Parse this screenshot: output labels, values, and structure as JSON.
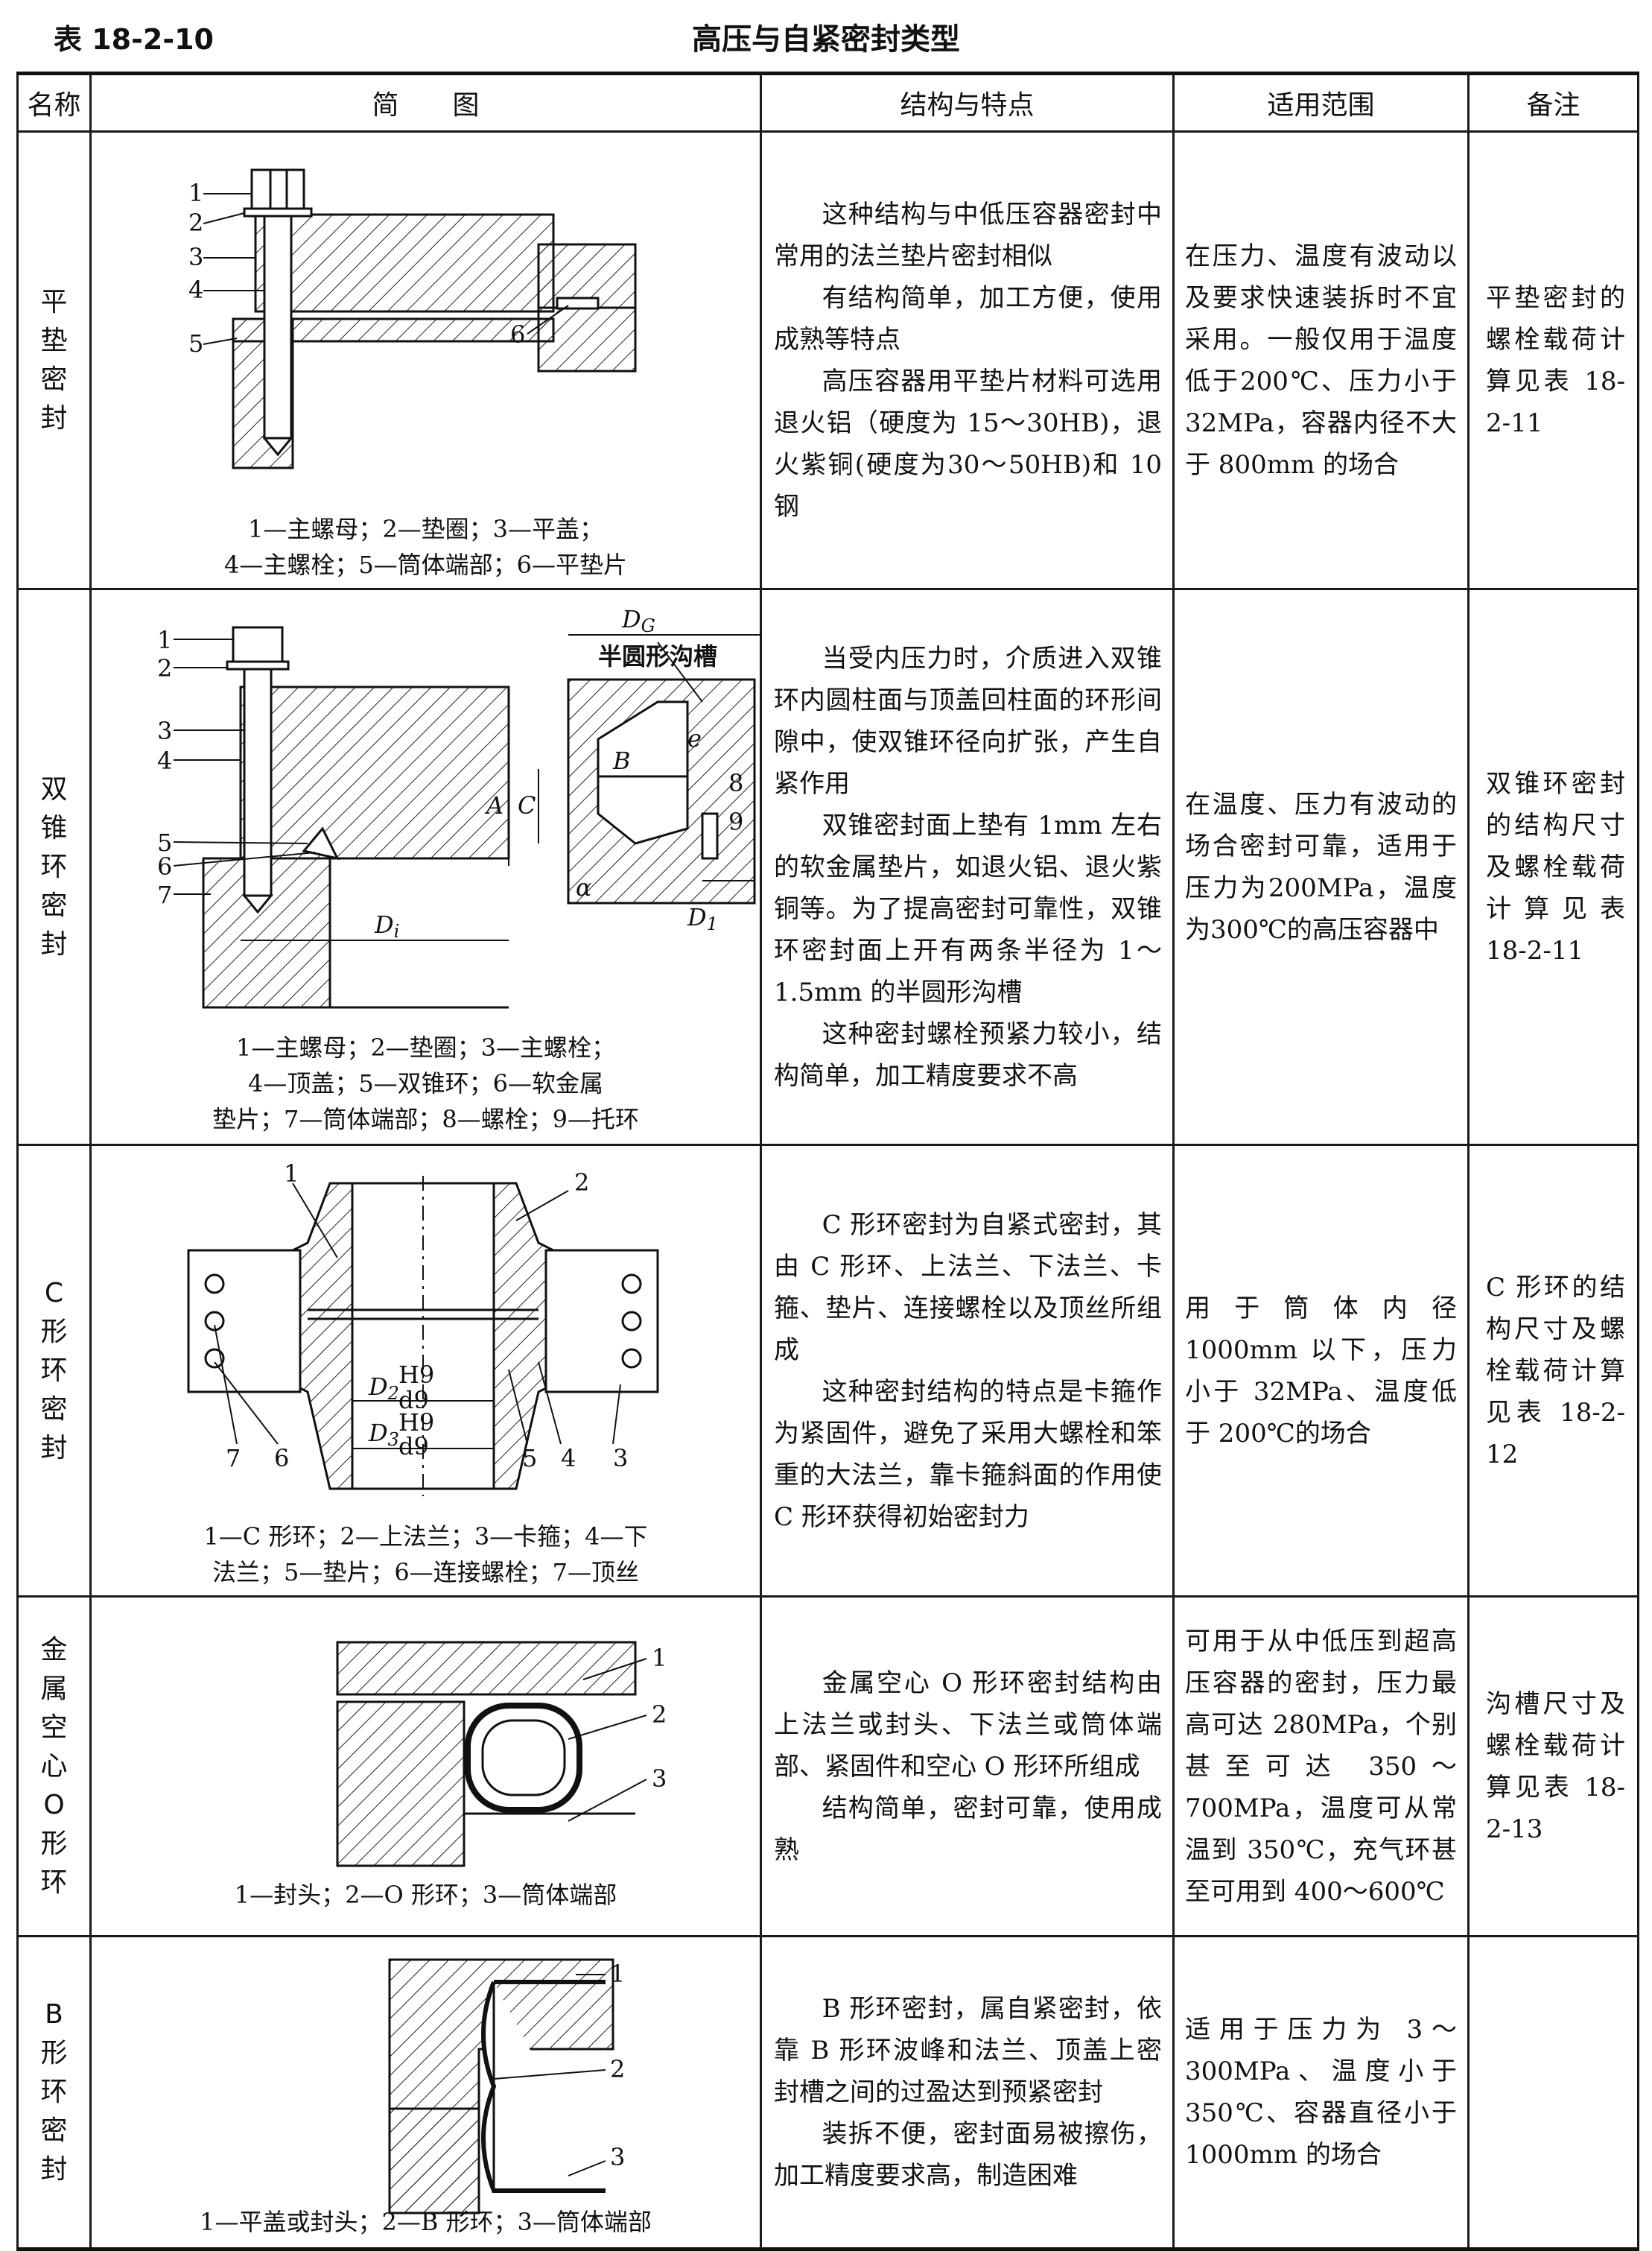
{
  "table_number": "表 18-2-10",
  "table_title": "高压与自紧密封类型",
  "headers": [
    "名称",
    "简　　图",
    "结构与特点",
    "适用范围",
    "备注"
  ],
  "rows": [
    {
      "name": "平垫密封",
      "legend": [
        "1—主螺母；2—垫圈；3—平盖；",
        "4—主螺栓；5—筒体端部；6—平垫片"
      ],
      "labels": [
        "1",
        "2",
        "3",
        "4",
        "5",
        "6"
      ],
      "desc": [
        "这种结构与中低压容器密封中常用的法兰垫片密封相似",
        "有结构简单，加工方便，使用成熟等特点",
        "高压容器用平垫片材料可选用退火铝（硬度为 15～30HB)，退火紫铜(硬度为30～50HB)和 10 钢"
      ],
      "range": "在压力、温度有波动以及要求快速装拆时不宜采用。一般仅用于温度低于200℃、压力小于32MPa，容器内径不大于 800mm 的场合",
      "note": "平垫密封的螺栓载荷计算见表 18-2-11"
    },
    {
      "name": "双锥环密封",
      "legend": [
        "1—主螺母；2—垫圈；3—主螺栓；",
        "4—顶盖；5—双锥环；6—软金属",
        "垫片；7—筒体端部；8—螺栓；9—托环"
      ],
      "labels": [
        "1",
        "2",
        "3",
        "4",
        "5",
        "6",
        "7",
        "8",
        "9"
      ],
      "dims": {
        "dg": "D",
        "dg_sub": "G",
        "groove": "半圆形沟槽",
        "a": "A",
        "c": "C",
        "b": "B",
        "e": "e",
        "alpha": "α",
        "di": "D",
        "di_sub": "i",
        "d1": "D",
        "d1_sub": "1"
      },
      "desc": [
        "当受内压力时，介质进入双锥环内圆柱面与顶盖回柱面的环形间隙中，使双锥环径向扩张，产生自紧作用",
        "双锥密封面上垫有 1mm 左右的软金属垫片，如退火铝、退火紫铜等。为了提高密封可靠性，双锥环密封面上开有两条半径为 1～1.5mm 的半圆形沟槽",
        "这种密封螺栓预紧力较小，结构简单，加工精度要求不高"
      ],
      "range": "在温度、压力有波动的场合密封可靠，适用于压力为200MPa，温度为300℃的高压容器中",
      "note": "双锥环密封的结构尺寸及螺栓载荷计算见表 18-2-11"
    },
    {
      "name": "C形环密封",
      "legend": [
        "1—C 形环；2—上法兰；3—卡箍；4—下",
        "法兰；5—垫片；6—连接螺栓；7—顶丝"
      ],
      "labels": [
        "1",
        "2",
        "3",
        "4",
        "5",
        "6",
        "7"
      ],
      "dims": {
        "d2": "D",
        "d2_sub": "2",
        "d3": "D",
        "d3_sub": "3",
        "fit_top": "H9",
        "fit_bottom": "d9"
      },
      "desc": [
        "C 形环密封为自紧式密封，其由 C 形环、上法兰、下法兰、卡箍、垫片、连接螺栓以及顶丝所组成",
        "这种密封结构的特点是卡箍作为紧固件，避免了采用大螺栓和笨重的大法兰，靠卡箍斜面的作用使 C 形环获得初始密封力"
      ],
      "range": "用于筒体内径 1000mm 以下，压力小于 32MPa、温度低于 200℃的场合",
      "note": "C 形环的结构尺寸及螺栓载荷计算见表 18-2-12"
    },
    {
      "name": "金属空心O形环",
      "legend": [
        "1—封头；2—O 形环；3—筒体端部"
      ],
      "labels": [
        "1",
        "2",
        "3"
      ],
      "desc": [
        "金属空心 O 形环密封结构由上法兰或封头、下法兰或筒体端部、紧固件和空心 O 形环所组成",
        "结构简单，密封可靠，使用成熟"
      ],
      "range": "可用于从中低压到超高压容器的密封，压力最高可达 280MPa，个别甚至可达 350～700MPa，温度可从常温到 350℃，充气环甚至可用到 400～600℃",
      "note": "沟槽尺寸及螺栓载荷计算见表 18-2-13"
    },
    {
      "name": "B形环密封",
      "legend": [
        "1—平盖或封头；2—B 形环；3—筒体端部"
      ],
      "labels": [
        "1",
        "2",
        "3"
      ],
      "desc": [
        "B 形环密封，属自紧密封，依靠 B 形环波峰和法兰、顶盖上密封槽之间的过盈达到预紧密封",
        "装拆不便，密封面易被擦伤，加工精度要求高，制造困难"
      ],
      "range": "适用于压力为 3～300MPa、温度小于 350℃、容器直径小于 1000mm 的场合",
      "note": ""
    }
  ]
}
